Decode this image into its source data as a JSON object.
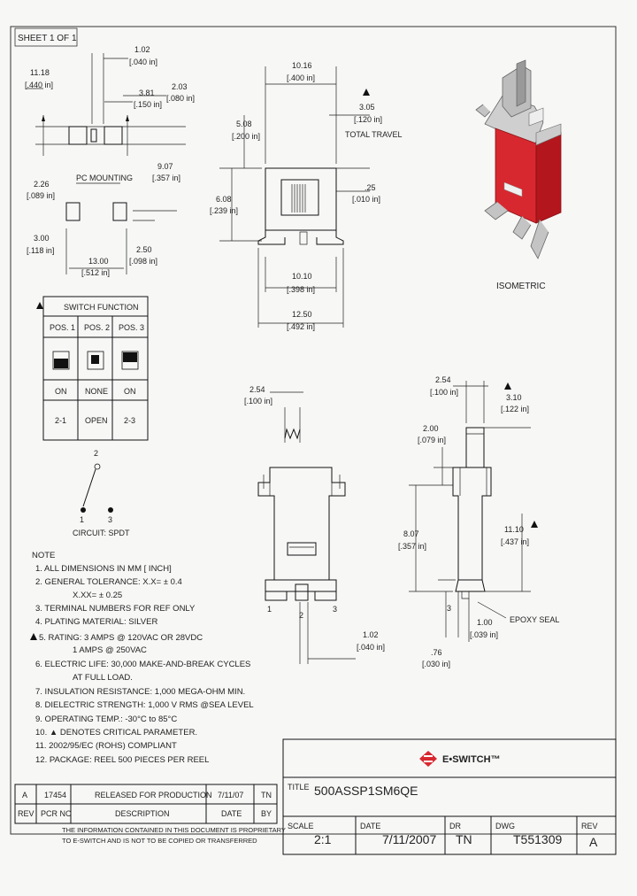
{
  "sheet": {
    "sheet_label": "SHEET 1 OF 1",
    "isometric_label": "ISOMETRIC",
    "pc_mounting_label": "PC MOUNTING",
    "total_travel_label": "TOTAL TRAVEL",
    "epoxy_seal_label": "EPOXY SEAL"
  },
  "dims": {
    "d1": [
      "1.02",
      "[.040 in]"
    ],
    "d2": [
      "11.18",
      "[.440 in]"
    ],
    "d3": [
      "3.81",
      "[.150 in]"
    ],
    "d4": [
      "2.03",
      "[.080 in]"
    ],
    "d5": [
      "9.07",
      "[.357 in]"
    ],
    "d6": [
      "2.26",
      "[.089 in]"
    ],
    "d7": [
      "3.00",
      "[.118 in]"
    ],
    "d8": [
      "2.50",
      "[.098 in]"
    ],
    "d9": [
      "13.00",
      "[.512 in]"
    ],
    "d10": [
      "10.16",
      "[.400 in]"
    ],
    "d11": [
      "3.05",
      "[.120 in]"
    ],
    "d12": [
      "5.08",
      "[.200 in]"
    ],
    "d13": [
      "6.08",
      "[.239 in]"
    ],
    "d14": [
      ".25",
      "[.010 in]"
    ],
    "d15": [
      "10.10",
      "[.398 in]"
    ],
    "d16": [
      "12.50",
      "[.492 in]"
    ],
    "d17": [
      "2.54",
      "[.100 in]"
    ],
    "d18": [
      "2.54",
      "[.100 in]"
    ],
    "d19": [
      "3.10",
      "[.122 in]"
    ],
    "d20": [
      "2.00",
      "[.079 in]"
    ],
    "d21": [
      "11.10",
      "[.437 in]"
    ],
    "d22": [
      "8.07",
      "[.357 in]"
    ],
    "d23": [
      "1.00",
      "[.039 in]"
    ],
    "d24": [
      ".76",
      "[.030 in]"
    ],
    "d25": [
      "1.02",
      "[.040 in]"
    ]
  },
  "switch_function": {
    "title": "SWITCH FUNCTION",
    "headers": [
      "POS. 1",
      "POS. 2",
      "POS. 3"
    ],
    "states": [
      "ON",
      "NONE",
      "ON"
    ],
    "connections": [
      "2-1",
      "OPEN",
      "2-3"
    ]
  },
  "circuit": {
    "label": "CIRCUIT:  SPDT",
    "pins": [
      "1",
      "2",
      "3"
    ]
  },
  "notes": [
    "NOTE",
    "1. ALL DIMENSIONS IN MM [ INCH]",
    "2. GENERAL TOLERANCE: X.X= ± 0.4",
    "X.XX= ± 0.25",
    "3. TERMINAL NUMBERS FOR REF ONLY",
    "4. PLATING MATERIAL: SILVER",
    "5. RATING: 3 AMPS @ 120VAC OR 28VDC",
    "1 AMPS @ 250VAC",
    "6. ELECTRIC LIFE: 30,000 MAKE-AND-BREAK CYCLES",
    "AT FULL LOAD.",
    "7. INSULATION RESISTANCE: 1,000 MEGA-OHM MIN.",
    "8. DIELECTRIC STRENGTH: 1,000 V RMS @SEA LEVEL",
    "9. OPERATING TEMP.: -30°C to 85°C",
    "10. ▲ DENOTES CRITICAL PARAMETER.",
    "11. 2002/95/EC (ROHS) COMPLIANT",
    "12. PACKAGE: REEL 500 PIECES PER REEL"
  ],
  "revisions": {
    "row": [
      "A",
      "17454",
      "RELEASED FOR PRODUCTION",
      "7/11/07",
      "TN"
    ],
    "headers": [
      "REV",
      "PCR NO",
      "DESCRIPTION",
      "DATE",
      "BY"
    ]
  },
  "proprietary": [
    "THE INFORMATION CONTAINED IN THIS DOCUMENT IS PROPRIETARY",
    "TO E-SWITCH AND IS NOT TO BE COPIED OR TRANSFERRED"
  ],
  "title_block": {
    "brand": "E•SWITCH™",
    "title_label": "TITLE",
    "title_value": "500ASSP1SM6QE",
    "scale_label": "SCALE",
    "scale_value": "2:1",
    "date_label": "DATE",
    "date_value": "7/11/2007",
    "dr_label": "DR",
    "dr_value": "TN",
    "dwg_label": "DWG",
    "dwg_value": "T551309",
    "rev_label": "REV",
    "rev_value": "A"
  },
  "colors": {
    "ink": "#222222",
    "red": "#d8282f",
    "grey": "#b8b8b8",
    "paper": "#f7f8f6"
  }
}
